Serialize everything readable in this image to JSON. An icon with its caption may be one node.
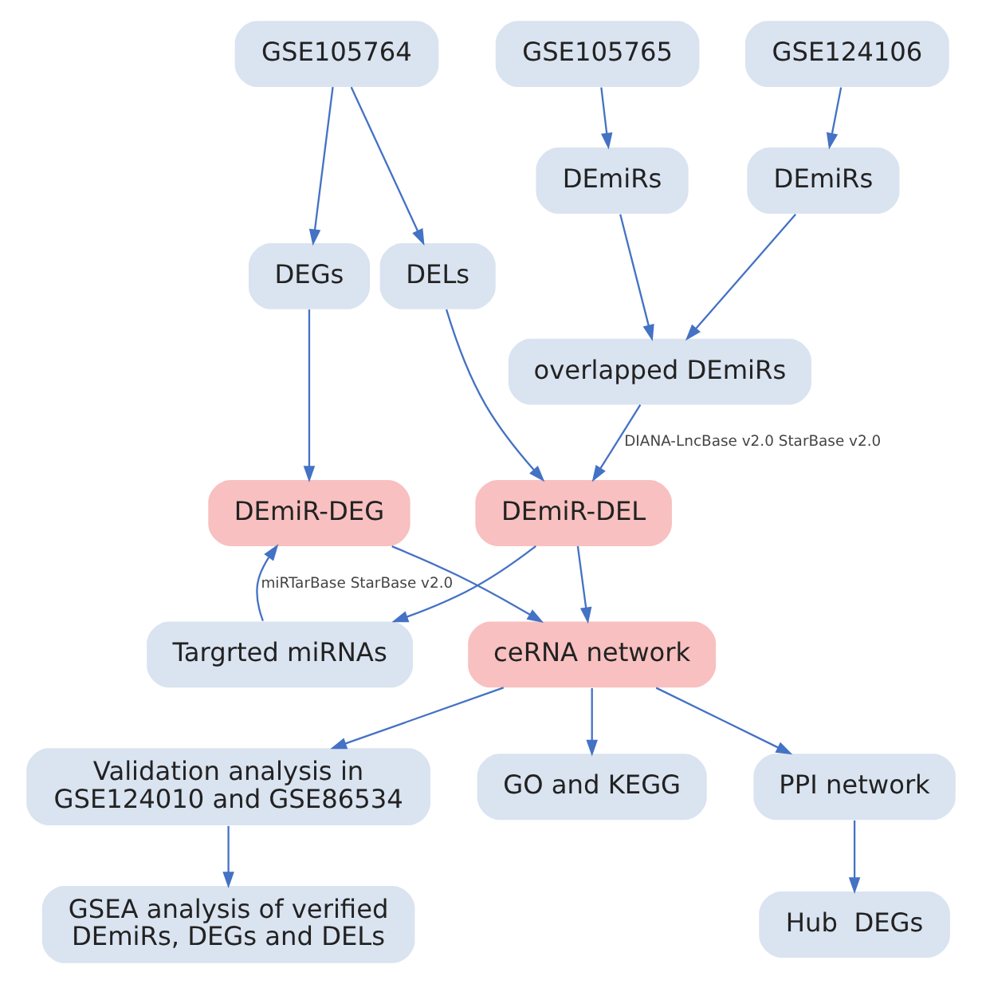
{
  "diagram": {
    "nodes": [
      {
        "text": [
          "GSE105765"
        ]
      },
      {
        "text": [
          "GSE124106"
        ]
      },
      {
        "text": [
          "GSE105764"
        ]
      },
      {
        "text": [
          "DEmiRs"
        ]
      },
      {
        "text": [
          "DEmiRs"
        ]
      },
      {
        "text": [
          "overlapped DEmiRs"
        ]
      },
      {
        "text": [
          "DELs"
        ]
      },
      {
        "text": [
          "DEGs"
        ]
      },
      {
        "text": [
          "Targrted miRNAs"
        ]
      },
      {
        "text": [
          "DEmiR-DEL"
        ]
      },
      {
        "text": [
          "DEmiR-DEG"
        ]
      },
      {
        "text": [
          "ceRNA network"
        ]
      },
      {
        "text": [
          "Validation analysis in GSE124010 and GSE86534"
        ]
      },
      {
        "text": [
          "GO and KEGG"
        ]
      },
      {
        "text": [
          "PPI network"
        ]
      },
      {
        "text": [
          "GSEA analysis of verified DEmiRs, DEGs and DELs"
        ]
      },
      {
        "text": [
          "Hub  DEGs"
        ]
      }
    ],
    "edges": [
      {
        "from": 0,
        "to": 3,
        "arrow": "to"
      },
      {
        "from": 1,
        "to": 4,
        "arrow": "to"
      },
      {
        "from": 2,
        "to": 6,
        "arrow": "to"
      },
      {
        "from": 2,
        "to": 7,
        "arrow": "to"
      },
      {
        "from": 3,
        "to": 5,
        "arrow": "to"
      },
      {
        "from": 4,
        "to": 5,
        "arrow": "to"
      },
      {
        "from": 5,
        "to": 9,
        "arrow": "to",
        "label": "DIANA-LncBase v2.0 StarBase v2.0"
      },
      {
        "from": 6,
        "to": 9,
        "arrow": "to"
      },
      {
        "from": 9,
        "to": 8,
        "arrow": "to"
      },
      {
        "from": 8,
        "to": 10,
        "arrow": "to",
        "label": "miRTarBase StarBase v2.0"
      },
      {
        "from": 7,
        "to": 10,
        "arrow": "to"
      },
      {
        "from": 9,
        "to": 11,
        "arrow": "to"
      },
      {
        "from": 10,
        "to": 11,
        "arrow": "to"
      },
      {
        "from": 11,
        "to": 12,
        "arrow": "to"
      },
      {
        "from": 11,
        "to": 13,
        "arrow": "to"
      },
      {
        "from": 11,
        "to": 14,
        "arrow": "to"
      },
      {
        "from": 12,
        "to": 15,
        "arrow": "to"
      },
      {
        "from": 14,
        "to": 16,
        "arrow": "to"
      }
    ]
  }
}
